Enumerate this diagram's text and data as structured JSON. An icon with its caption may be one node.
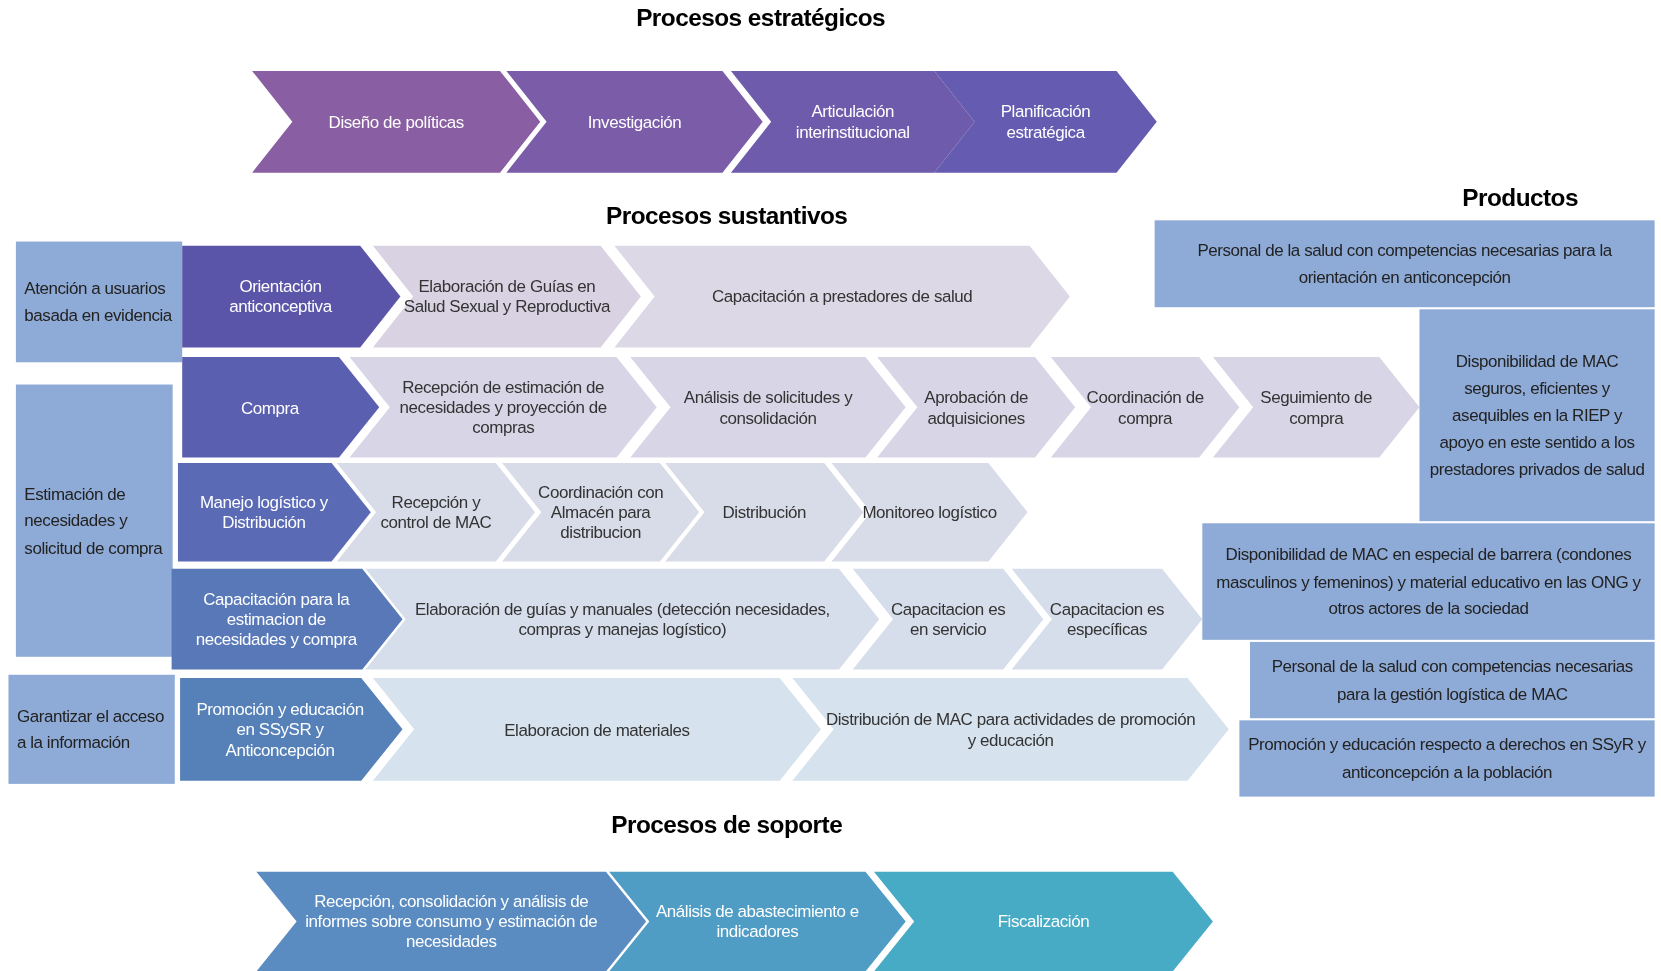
{
  "diagram": {
    "title": "Procesos estratégicos",
    "nodes": [
      {
        "text": [
          "Diseño de políticas"
        ]
      },
      {
        "text": [
          "Investigación"
        ]
      },
      {
        "text": [
          "Articulación interinstitucional"
        ]
      },
      {
        "text": [
          "Planificación estratégica"
        ]
      },
      {
        "text": [
          "Atención a usuarios basada en evidencia"
        ]
      },
      {
        "text": [
          "Orientación anticonceptiva"
        ]
      },
      {
        "text": [
          "Elaboración de Guías en Salud Sexual y Reproductiva"
        ]
      },
      {
        "text": [
          "Capacitación a prestadores de salud"
        ]
      },
      {
        "text": [
          "Personal de la salud con competencias necesarias para la orientación en anticoncepción"
        ]
      },
      {
        "text": [
          "Estimación de necesidades y solicitud de compra"
        ]
      },
      {
        "text": [
          "Compra"
        ]
      },
      {
        "text": [
          "Recepción de estimación de necesidades y proyección de compras"
        ]
      },
      {
        "text": [
          "Análisis de solicitudes y consolidación"
        ]
      },
      {
        "text": [
          "Aprobación de adquisiciones"
        ]
      },
      {
        "text": [
          "Coordinación de compra"
        ]
      },
      {
        "text": [
          "Seguimiento de compra"
        ]
      },
      {
        "text": [
          "Disponibilidad de MAC seguros, eficientes y asequibles en la RIEP y apoyo en este sentido a los prestadores privados de salud"
        ]
      },
      {
        "text": [
          "Manejo logístico y Distribución"
        ]
      },
      {
        "text": [
          "Recepción y control de MAC"
        ]
      },
      {
        "text": [
          "Coordinación con Almacén para distribucion"
        ]
      },
      {
        "text": [
          "Distribución"
        ]
      },
      {
        "text": [
          "Monitoreo logístico"
        ]
      },
      {
        "text": [
          "Disponibilidad de MAC en especial de barrera (condones masculinos y femeninos) y material educativo en las ONG y otros actores de la sociedad"
        ]
      },
      {
        "text": [
          "Capacitación para la estimacion de necesidades y compra"
        ]
      },
      {
        "text": [
          "Elaboración de guías y manuales (detección necesidades, compras y manejas logístico)"
        ]
      },
      {
        "text": [
          "Capacitacion es en servicio"
        ]
      },
      {
        "text": [
          "Capacitacion es específicas"
        ]
      },
      {
        "text": [
          "Personal de la salud con competencias necesarias para la gestión logística de MAC"
        ]
      },
      {
        "text": [
          "Garantizar el acceso a la información"
        ]
      },
      {
        "text": [
          "Promoción y educación en SSySR y Anticoncepción"
        ]
      },
      {
        "text": [
          "Elaboracion de materiales"
        ]
      },
      {
        "text": [
          "Distribución de MAC para actividades de promoción y educación"
        ]
      },
      {
        "text": [
          "Promoción y educación respecto a derechos en SSyR y anticoncepción a la población"
        ]
      },
      {
        "text": [
          "Recepción, consolidación y análisis de informes sobre consumo y estimación de necesidades"
        ]
      },
      {
        "text": [
          "Análisis de abastecimiento e indicadores"
        ]
      },
      {
        "text": [
          "Fiscalización"
        ]
      }
    ],
    "labels": [
      "Procesos sustantivos",
      "Productos",
      "Procesos de soporte"
    ]
  }
}
